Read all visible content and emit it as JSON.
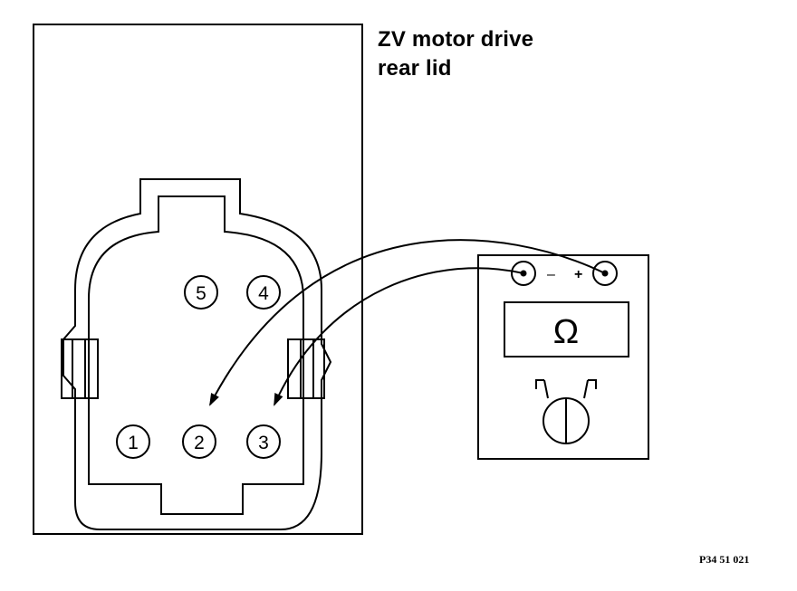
{
  "title": {
    "line1": "ZV motor drive",
    "line2": "rear lid"
  },
  "connector": {
    "pins": [
      "1",
      "2",
      "3",
      "4",
      "5"
    ]
  },
  "meter": {
    "minus_label": "–",
    "plus_label": "+",
    "display_symbol": "Ω"
  },
  "reference_code": "P34 51 021",
  "colors": {
    "line": "#000000",
    "background": "#ffffff"
  }
}
